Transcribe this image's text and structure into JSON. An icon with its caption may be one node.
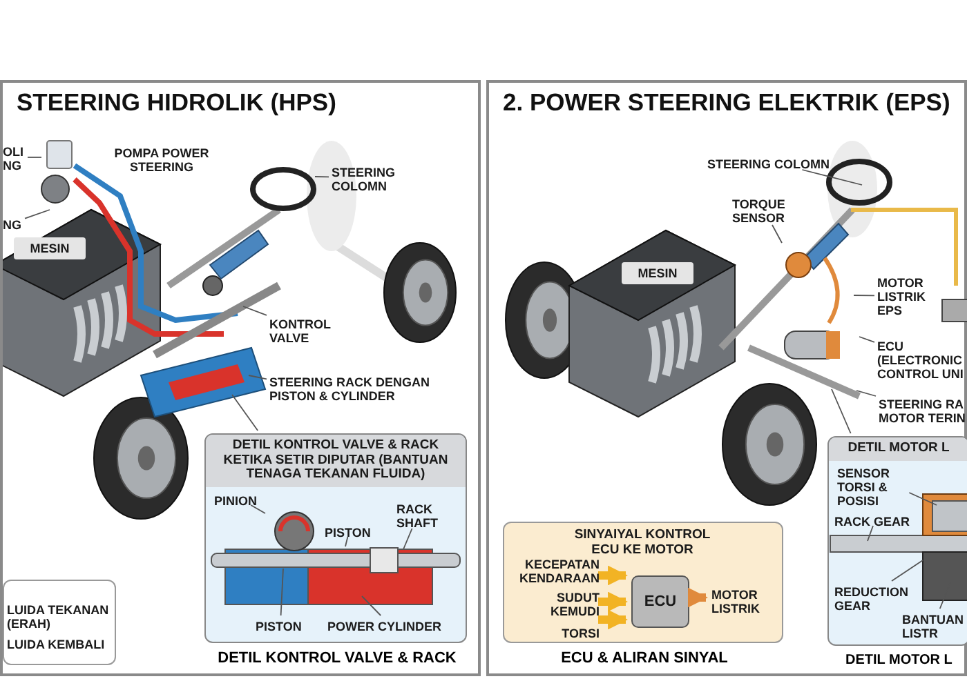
{
  "diagram": {
    "nodes": [
      {
        "text": [
          "STEERING HIDROLIK (HPS)"
        ]
      },
      {
        "text": [
          "2. POWER STEERING ELEKTRIK (EPS)"
        ]
      },
      {
        "text": [
          "OLI NG"
        ],
        "in": 0
      },
      {
        "text": [
          "NG"
        ],
        "in": 0
      },
      {
        "text": [
          "POMPA POWER STEERING"
        ],
        "in": 0
      },
      {
        "text": [
          "STEERING COLOMN"
        ],
        "in": 0
      },
      {
        "text": [
          "MESIN"
        ],
        "in": 0
      },
      {
        "text": [
          "KONTROL VALVE"
        ],
        "in": 0
      },
      {
        "text": [
          "STEERING RACK DENGAN PISTON & CYLINDER"
        ],
        "in": 0
      },
      {
        "text": [
          "DETIL KONTROL VALVE & RACK KETIKA SETIR DIPUTAR (BANTUAN TENAGA TEKANAN FLUIDA)"
        ],
        "beside": [
          "DETIL KONTROL VALVE & RACK"
        ],
        "in": 0
      },
      {
        "text": [
          "PINION"
        ],
        "in": 9
      },
      {
        "text": [
          "PISTON"
        ],
        "in": 9
      },
      {
        "text": [
          "RACK SHAFT"
        ],
        "in": 9
      },
      {
        "text": [
          "PISTON"
        ],
        "in": 9
      },
      {
        "text": [
          "POWER CYLINDER"
        ],
        "in": 9
      },
      {
        "text": [
          "LUIDA TEKANAN (ERAH)",
          "LUIDA KEMBALI"
        ],
        "in": 0
      },
      {
        "text": [
          "STEERING COLOMN"
        ],
        "in": 1
      },
      {
        "text": [
          "TORQUE SENSOR"
        ],
        "in": 1
      },
      {
        "text": [
          "MESIN"
        ],
        "in": 1
      },
      {
        "text": [
          "MOTOR LISTRIK EPS"
        ],
        "in": 1
      },
      {
        "text": [
          "ECU (ELECTRONIC CONTROL UNI"
        ],
        "in": 1
      },
      {
        "text": [
          "STEERING RA MOTOR TERIN"
        ],
        "in": 1
      },
      {
        "text": [
          "SINYAIYAL KONTROL ECU KE MOTOR"
        ],
        "beside": [
          "ECU & ALIRAN SINYAL"
        ],
        "in": 1
      },
      {
        "text": [
          "KECEPATAN KENDARAAN"
        ],
        "in": 22
      },
      {
        "text": [
          "SUDUT KEMUDI"
        ],
        "in": 22
      },
      {
        "text": [
          "TORSI"
        ],
        "in": 22
      },
      {
        "text": [
          "ECU"
        ],
        "in": 22
      },
      {
        "text": [
          "MOTOR LISTRIK"
        ],
        "in": 22
      },
      {
        "text": [
          "DETIL MOTOR L"
        ],
        "beside": [
          "DETIL MOTOR L"
        ],
        "in": 1
      },
      {
        "text": [
          "SENSOR TORSI & POSISI"
        ],
        "in": 28
      },
      {
        "text": [
          "RACK GEAR"
        ],
        "in": 28
      },
      {
        "text": [
          "REDUCTION GEAR"
        ],
        "in": 28
      },
      {
        "text": [
          "BANTUAN LISTR"
        ],
        "in": 28
      }
    ],
    "edges": [
      {
        "from": 2,
        "to": null,
        "arrow": "none"
      },
      {
        "from": 3,
        "to": null,
        "arrow": "none"
      },
      {
        "from": 5,
        "to": null,
        "arrow": "none"
      },
      {
        "from": 7,
        "to": null,
        "arrow": "none"
      },
      {
        "from": 8,
        "to": null,
        "arrow": "none"
      },
      {
        "from": 9,
        "to": null,
        "arrow": "none"
      },
      {
        "from": 10,
        "to": null,
        "arrow": "none"
      },
      {
        "from": 11,
        "to": null,
        "arrow": "none"
      },
      {
        "from": 12,
        "to": null,
        "arrow": "none"
      },
      {
        "from": 13,
        "to": null,
        "arrow": "none"
      },
      {
        "from": 14,
        "to": null,
        "arrow": "none"
      },
      {
        "from": 16,
        "to": null,
        "arrow": "none"
      },
      {
        "from": 17,
        "to": null,
        "arrow": "none"
      },
      {
        "from": 19,
        "to": null,
        "arrow": "none"
      },
      {
        "from": 20,
        "to": null,
        "arrow": "none"
      },
      {
        "from": 21,
        "to": null,
        "arrow": "none"
      },
      {
        "from": 28,
        "to": null,
        "arrow": "none"
      },
      {
        "from": 29,
        "to": null,
        "arrow": "none"
      },
      {
        "from": 30,
        "to": null,
        "arrow": "none"
      },
      {
        "from": 31,
        "to": null,
        "arrow": "none"
      },
      {
        "from": 32,
        "to": null,
        "arrow": "none"
      },
      {
        "from": 23,
        "to": 26,
        "arrow": "to",
        "style": "thick",
        "color": "#f2b324"
      },
      {
        "from": 24,
        "to": 26,
        "arrow": "to",
        "style": "thick",
        "color": "#f2b324"
      },
      {
        "from": 25,
        "to": 26,
        "arrow": "to",
        "style": "thick",
        "color": "#f2b324"
      },
      {
        "from": 26,
        "to": 27,
        "arrow": "to",
        "style": "thick",
        "color": "#e08a3c"
      }
    ]
  }
}
